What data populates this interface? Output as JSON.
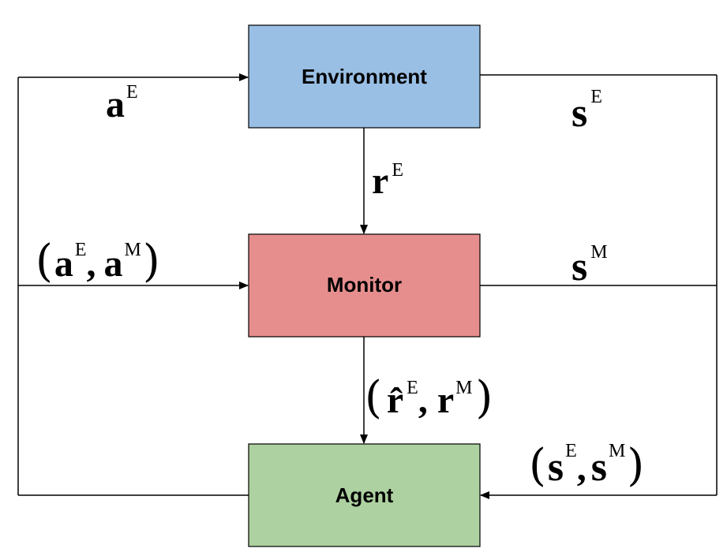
{
  "colors": {
    "environment": "#99bfe5",
    "monitor": "#e68e8e",
    "agent": "#add1a0",
    "line": "#000000"
  },
  "nodes": {
    "environment": "Environment",
    "monitor": "Monitor",
    "agent": "Agent"
  },
  "edges": {
    "action_env": {
      "symbol": "a",
      "sup": "E"
    },
    "state_env": {
      "symbol": "s",
      "sup": "E"
    },
    "reward_env": {
      "symbol": "r",
      "sup": "E"
    },
    "joint_action": {
      "open": "(",
      "sym1": "a",
      "sup1": "E",
      "sep": ",",
      "sym2": "a",
      "sup2": "M",
      "close": ")"
    },
    "state_mon": {
      "symbol": "s",
      "sup": "M"
    },
    "joint_reward": {
      "open": "(",
      "sym1": "r̂",
      "sup1": "E",
      "sep": ",",
      "sym2": "r",
      "sup2": "M",
      "close": ")"
    },
    "joint_state": {
      "open": "(",
      "sym1": "s",
      "sup1": "E",
      "sep": ",",
      "sym2": "s",
      "sup2": "M",
      "close": ")"
    }
  }
}
